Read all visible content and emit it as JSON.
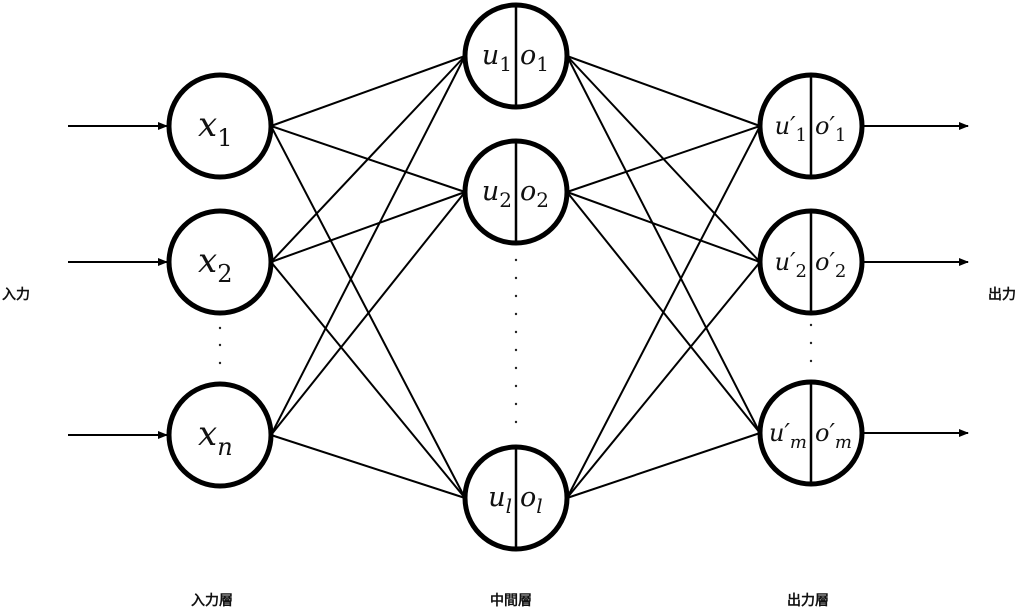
{
  "labels": {
    "input": "入力",
    "output": "出力",
    "input_layer": "入力層",
    "hidden_layer": "中間層",
    "output_layer": "出力層"
  },
  "layers": {
    "input": [
      {
        "var": "x",
        "sub": "1"
      },
      {
        "var": "x",
        "sub": "2"
      },
      {
        "var": "x",
        "sub": "n"
      }
    ],
    "hidden": [
      {
        "u": "u",
        "o": "o",
        "sub": "1"
      },
      {
        "u": "u",
        "o": "o",
        "sub": "2"
      },
      {
        "u": "u",
        "o": "o",
        "sub": "l"
      }
    ],
    "output": [
      {
        "u": "u′",
        "o": "o′",
        "sub": "1"
      },
      {
        "u": "u′",
        "o": "o′",
        "sub": "2"
      },
      {
        "u": "u′",
        "o": "o′",
        "sub": "m"
      }
    ]
  },
  "colors": {
    "stroke": "#000000",
    "background": "#ffffff"
  }
}
